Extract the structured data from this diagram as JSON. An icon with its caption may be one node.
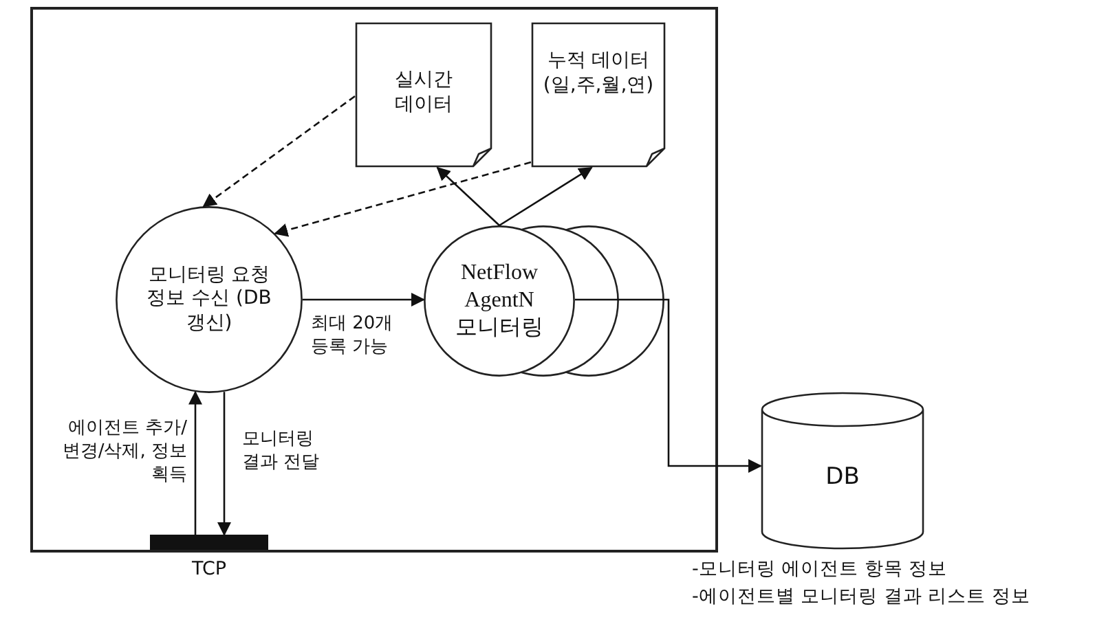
{
  "diagram": {
    "nodes": [
      {
        "text": [],
        "shape": "box"
      },
      {
        "text": [
          "실시간 데이터"
        ],
        "in": 0
      },
      {
        "text": [
          "누적 데이터 (일,주,월,연)"
        ],
        "in": 0
      },
      {
        "text": [
          "모니터링 요청 정보 수신 (DB 갱신)"
        ],
        "in": 0
      },
      {
        "text": [
          "NetFlow AgentN 모니터링"
        ],
        "in": 0
      },
      {
        "text": [],
        "shape": "bar",
        "in": 0,
        "beside": [
          "TCP"
        ]
      },
      {
        "text": [
          "DB"
        ],
        "beside": [
          "-모니터링 에이전트 항목 정보",
          "-에이전트별 모니터링 결과 리스트 정보"
        ]
      }
    ],
    "edges": [
      {
        "from": 1,
        "to": 3,
        "arrow": "to",
        "style": "dashed"
      },
      {
        "from": 2,
        "to": 3,
        "arrow": "to",
        "style": "dashed"
      },
      {
        "from": 4,
        "to": 1,
        "arrow": "to"
      },
      {
        "from": 4,
        "to": 2,
        "arrow": "to"
      },
      {
        "from": 3,
        "to": 4,
        "arrow": "to",
        "label": "최대 20개 등록 가능"
      },
      {
        "from": 4,
        "to": 6,
        "arrow": "to"
      },
      {
        "from": 5,
        "to": 3,
        "arrow": "to",
        "label": "에이전트 추가/변경/삭제, 정보 획득"
      },
      {
        "from": 3,
        "to": 5,
        "arrow": "to",
        "label": "모니터링 결과 전달"
      }
    ]
  }
}
